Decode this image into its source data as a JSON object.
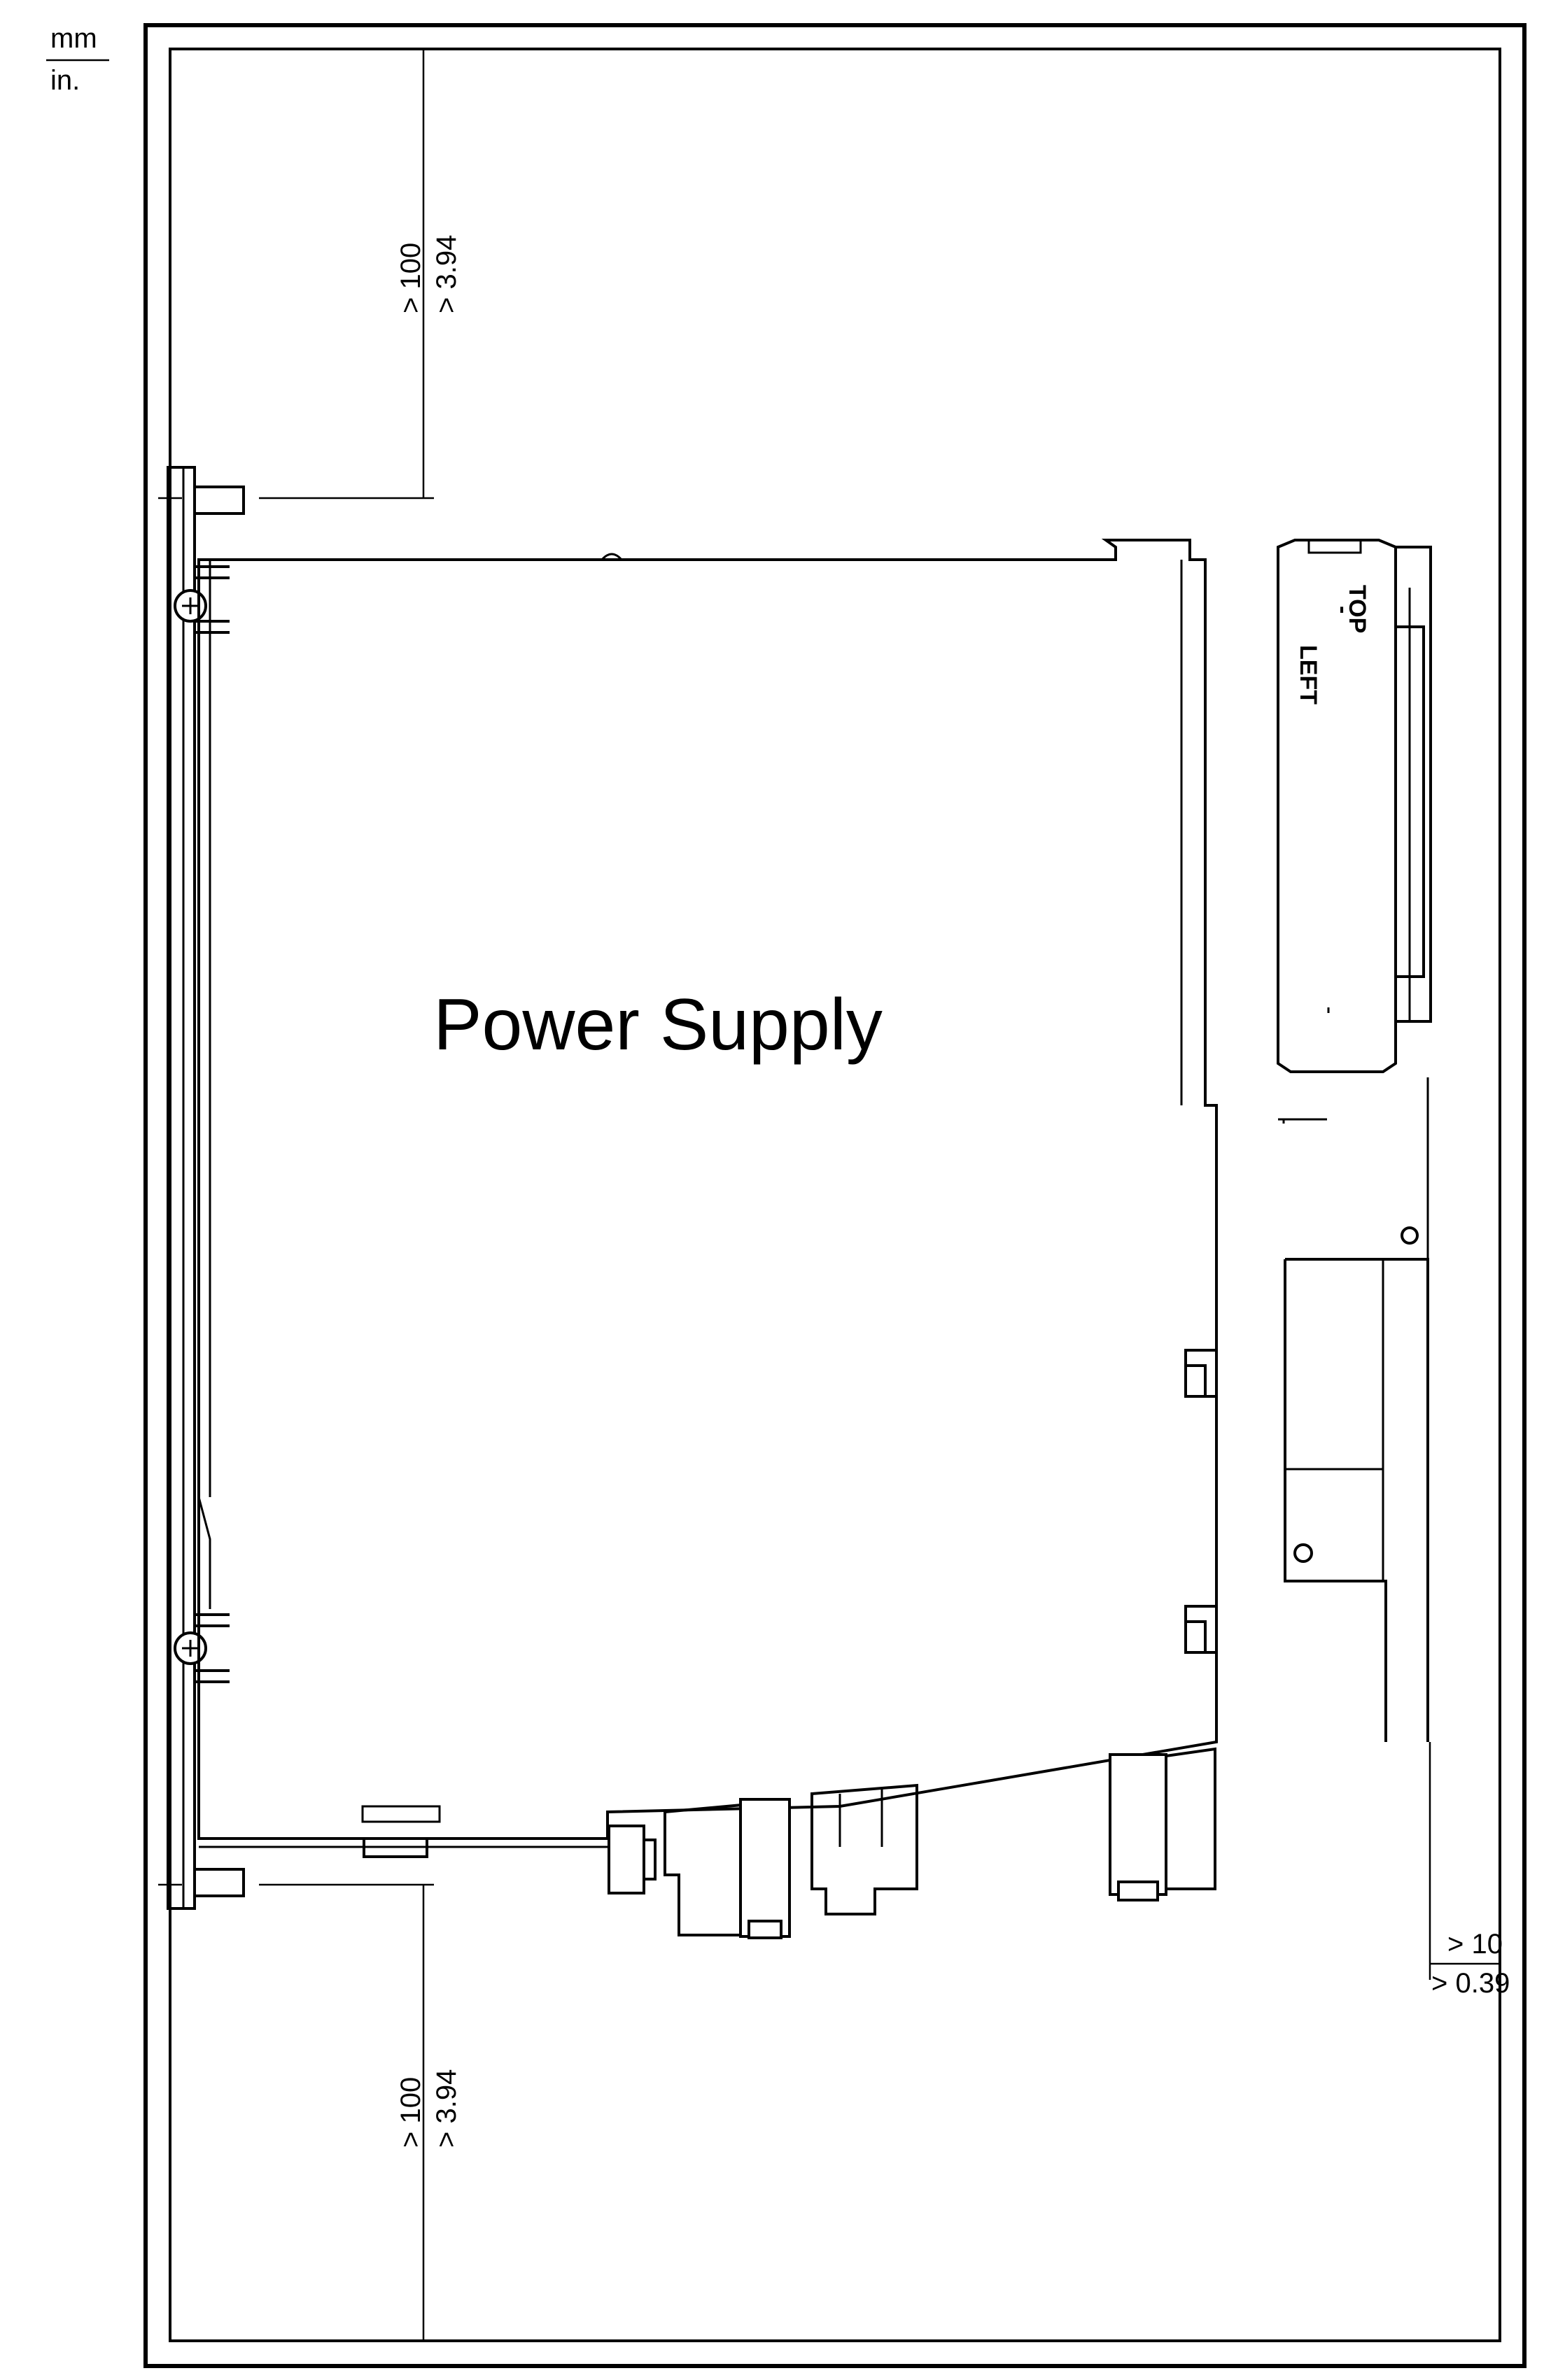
{
  "units": {
    "primary": "mm",
    "secondary": "in."
  },
  "clearances": {
    "top": {
      "mm": "> 100",
      "in": "> 3.94"
    },
    "bottom": {
      "mm": "> 100",
      "in": "> 3.94"
    },
    "right": {
      "mm": "> 10",
      "in": "> 0.39"
    }
  },
  "module": {
    "title": "Power Supply",
    "cover_label_left": "LEFT",
    "cover_label_dash": "-",
    "cover_label_top": "TOP"
  }
}
